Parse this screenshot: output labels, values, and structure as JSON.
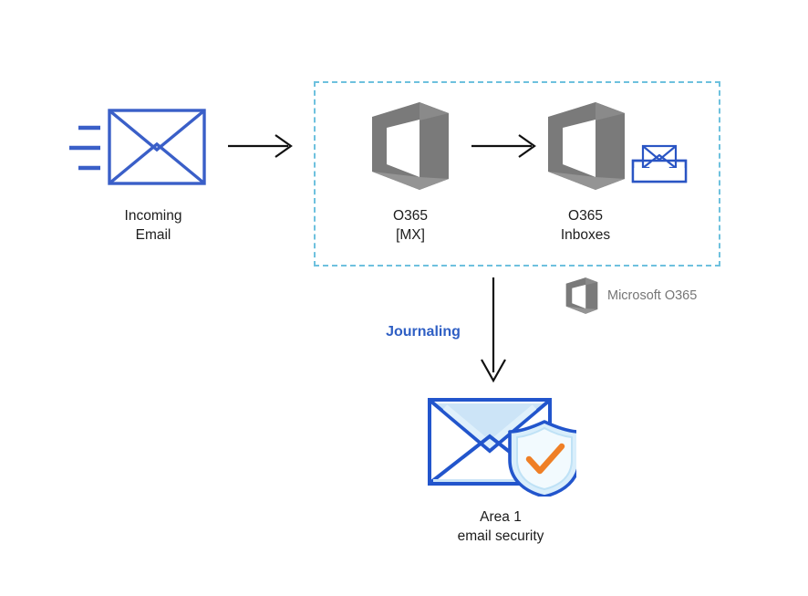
{
  "diagram": {
    "title": "Office 365 journaling to Area 1 email security flow",
    "background": "#ffffff",
    "colors": {
      "envelope_blue": "#3a5fc8",
      "area1_blue": "#2255cc",
      "area1_light_blue": "#cce4f7",
      "shield_check_orange": "#ef7f26",
      "office_gray": "#7a7a7a",
      "dashed_border": "#6ec1de",
      "journaling_blue": "#2f5fc4",
      "arrow_black": "#111111",
      "legend_gray": "#767676"
    },
    "nodes": {
      "incoming_email": {
        "label": "Incoming\nEmail",
        "icon": "envelope-icon"
      },
      "o365_mx": {
        "label": "O365\n[MX]",
        "icon": "office-365-logo-icon"
      },
      "o365_inboxes": {
        "label": "O365\nInboxes",
        "icon": "office-365-logo-icon",
        "secondary_icon": "inbox-tray-icon"
      },
      "area1": {
        "label": "Area 1\nemail security",
        "icon": "shielded-envelope-icon"
      }
    },
    "edges": {
      "incoming_to_mx": {
        "direction": "right",
        "label": ""
      },
      "mx_to_inbox": {
        "direction": "right",
        "label": ""
      },
      "inbox_to_area1": {
        "direction": "down",
        "label": "Journaling"
      }
    },
    "region": {
      "name": "o365-region",
      "style": "dashed"
    },
    "legend": {
      "label": "Microsoft O365",
      "icon": "office-365-logo-icon"
    }
  }
}
